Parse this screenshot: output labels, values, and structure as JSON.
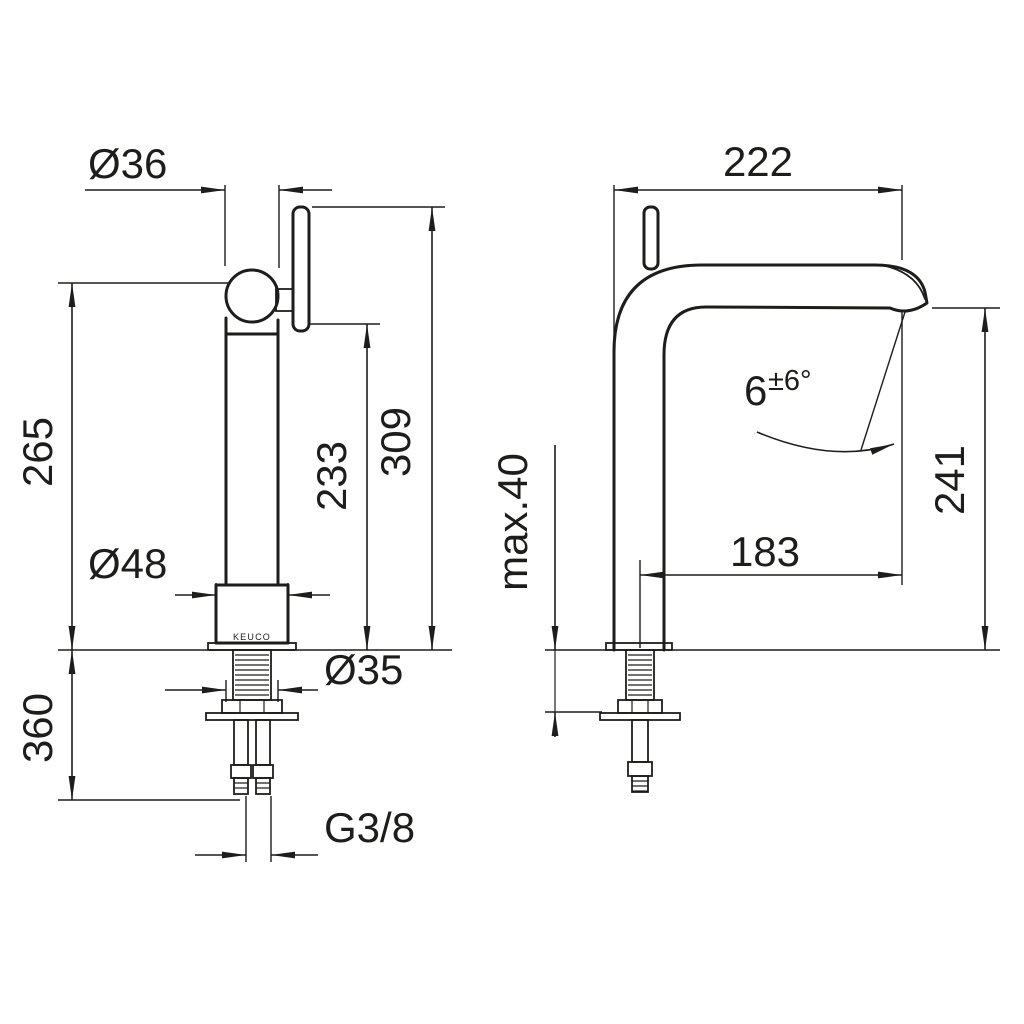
{
  "drawing": {
    "type": "faucet technical dimension drawing",
    "brand": "KEUCO",
    "front_view": {
      "dims": {
        "spout_diameter": "Ø36",
        "height_to_spout_axis": "265",
        "height_to_spout_underside": "233",
        "total_height": "309",
        "base_diameter": "Ø48",
        "length_below_deck": "360",
        "mounting_hole_diameter": "Ø35",
        "connection_thread": "G3/8"
      }
    },
    "side_view": {
      "dims": {
        "projection": "222",
        "max_deck_thickness": "max.40",
        "outlet_angle_value": "6",
        "outlet_angle_tolerance": "±6°",
        "outlet_height": "241",
        "outlet_projection": "183"
      }
    },
    "colors": {
      "line": "#1d1d1b",
      "background": "#ffffff"
    }
  }
}
